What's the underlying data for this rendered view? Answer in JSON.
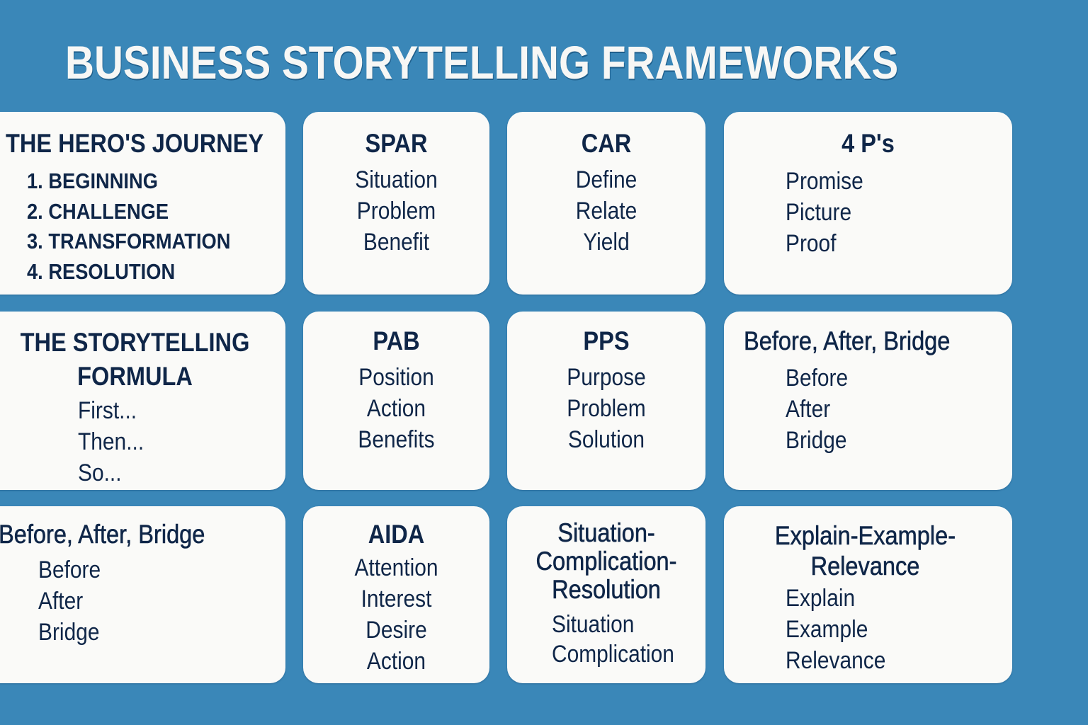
{
  "title": "BUSINESS STORYTELLING FRAMEWORKS",
  "colors": {
    "background": "#3a87b8",
    "card": "#fafaf8",
    "text_dark": "#0f2648",
    "title_text": "#f7f7f5"
  },
  "frameworks": [
    {
      "heading": "THE HERO'S JOURNEY",
      "items": [
        "1.  BEGINNING",
        "2.  CHALLENGE",
        "3.  TRANSFORMATION",
        "4.  RESOLUTION"
      ]
    },
    {
      "heading": "SPAR",
      "items": [
        "Situation",
        "Problem",
        "Benefit"
      ]
    },
    {
      "heading": "CAR",
      "items": [
        "Define",
        "Relate",
        "Yield"
      ]
    },
    {
      "heading": "4 P's",
      "items": [
        "Promise",
        "Picture",
        "Proof"
      ]
    },
    {
      "heading_lines": [
        "THE STORYTELLING",
        "FORMULA"
      ],
      "items": [
        "First...",
        "Then...",
        "So..."
      ]
    },
    {
      "heading": "PAB",
      "items": [
        "Position",
        "Action",
        "Benefits"
      ]
    },
    {
      "heading": "PPS",
      "items": [
        "Purpose",
        "Problem",
        "Solution"
      ]
    },
    {
      "heading": "Before, After, Bridge",
      "items": [
        "Before",
        "After",
        "Bridge"
      ]
    },
    {
      "heading": "Before, After, Bridge",
      "items": [
        "Before",
        "After",
        "Bridge"
      ]
    },
    {
      "heading": "AIDA",
      "items": [
        "Attention",
        "Interest",
        "Desire",
        "Action"
      ]
    },
    {
      "heading_lines": [
        "Situation-",
        "Complication-",
        "Resolution"
      ],
      "items": [
        "Situation",
        "Complication"
      ]
    },
    {
      "heading_lines": [
        "Explain-Example-",
        "Relevance"
      ],
      "items": [
        "Explain",
        "Example",
        "Relevance"
      ]
    }
  ]
}
